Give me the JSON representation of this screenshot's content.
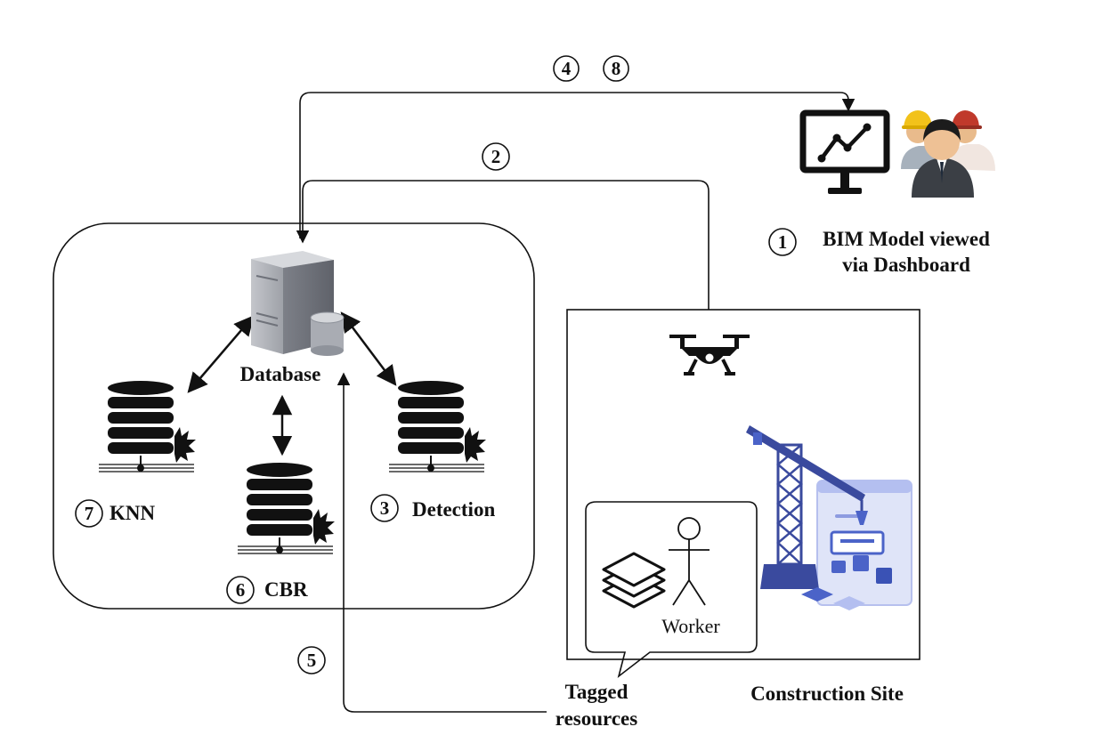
{
  "labels": {
    "bim": "BIM Model viewed",
    "bim2": "via Dashboard",
    "database": "Database",
    "knn": "KNN",
    "cbr": "CBR",
    "detection": "Detection",
    "worker": "Worker",
    "tagged": "Tagged",
    "tagged2": "resources",
    "site": "Construction Site"
  },
  "steps": {
    "bim": "1",
    "drone": "2",
    "detection": "3",
    "dashboard_a": "4",
    "tagging": "5",
    "cbr": "6",
    "knn": "7",
    "dashboard_b": "8"
  },
  "icons": {
    "server": "database-server-icon",
    "monitor": "dashboard-monitor-icon",
    "people": "stakeholders-icon",
    "drone": "drone-icon",
    "crane": "construction-crane-icon",
    "layers": "layers-icon",
    "worker": "stick-figure-icon"
  },
  "colors": {
    "line": "#111111",
    "crane_blue": "#4b63c8",
    "crane_light": "#cdd4f2"
  }
}
